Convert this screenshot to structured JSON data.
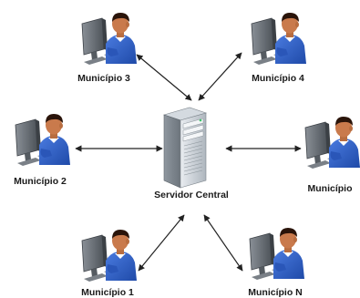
{
  "diagram": {
    "server": {
      "label": "Servidor Central",
      "icon": "server-tower-icon"
    },
    "clients": [
      {
        "label": "Município 3",
        "icon": "user-at-computer-icon"
      },
      {
        "label": "Município 4",
        "icon": "user-at-computer-icon"
      },
      {
        "label": "Município 2",
        "icon": "user-at-computer-icon"
      },
      {
        "label": "Município",
        "icon": "user-at-computer-icon"
      },
      {
        "label": "Município 1",
        "icon": "user-at-computer-icon"
      },
      {
        "label": "Município N",
        "icon": "user-at-computer-icon"
      }
    ],
    "connection_style": "bidirectional-arrow",
    "colors": {
      "shirt": "#2f62c8",
      "skin": "#c97a4c",
      "hair": "#2a140a",
      "monitor": "#5b6067",
      "arrow": "#222222",
      "server": "#b8bfc6"
    }
  }
}
